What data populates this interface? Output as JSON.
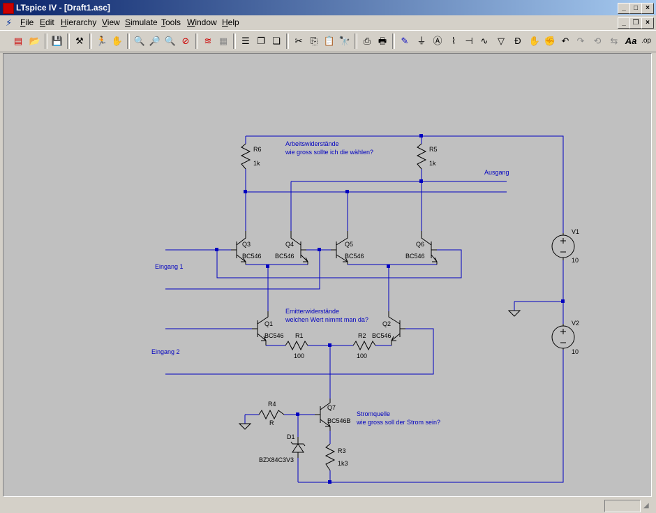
{
  "window": {
    "title": "LTspice IV - [Draft1.asc]"
  },
  "menu": [
    "File",
    "Edit",
    "Hierarchy",
    "View",
    "Simulate",
    "Tools",
    "Window",
    "Help"
  ],
  "toolbar_icons": [
    "new-schematic-icon",
    "open-icon",
    "save-icon",
    "control-panel-icon",
    "run-icon",
    "halt-icon",
    "zoom-in-icon",
    "pan-icon",
    "zoom-out-icon",
    "zoom-fit-icon",
    "autorange-icon",
    "grid-icon",
    "tile-horizontal-icon",
    "cascade-icon",
    "tile-vertical-icon",
    "cut-icon",
    "copy-icon",
    "paste-icon",
    "find-icon",
    "print-setup-icon",
    "print-icon",
    "draw-wire-icon",
    "ground-icon",
    "label-net-icon",
    "resistor-icon",
    "capacitor-icon",
    "inductor-icon",
    "diode-icon",
    "component-icon",
    "move-icon",
    "drag-icon",
    "undo-icon",
    "redo-icon",
    "rotate-icon",
    "mirror-icon",
    "text-icon",
    "spice-directive-icon"
  ],
  "schematic": {
    "comments": {
      "arbeit_1": "Arbeitswiderstände",
      "arbeit_2": "wie gross sollte ich die wählen?",
      "emitter_1": "Emitterwiderstände",
      "emitter_2": "welchen Wert nimmt man da?",
      "strom_1": "Stromquelle",
      "strom_2": "wie gross soll der Strom sein?"
    },
    "labels": {
      "ausgang": "Ausgang",
      "eingang1": "Eingang 1",
      "eingang2": "Eingang 2"
    },
    "components": {
      "R6": {
        "name": "R6",
        "value": "1k"
      },
      "R5": {
        "name": "R5",
        "value": "1k"
      },
      "R1": {
        "name": "R1",
        "value": "100"
      },
      "R2": {
        "name": "R2",
        "value": "100"
      },
      "R3": {
        "name": "R3",
        "value": "1k3"
      },
      "R4": {
        "name": "R4",
        "value": "R"
      },
      "Q1": {
        "name": "Q1",
        "value": "BC546"
      },
      "Q2": {
        "name": "Q2",
        "value": "BC546"
      },
      "Q3": {
        "name": "Q3",
        "value": "BC546"
      },
      "Q4": {
        "name": "Q4",
        "value": "BC546"
      },
      "Q5": {
        "name": "Q5",
        "value": "BC546"
      },
      "Q6": {
        "name": "Q6",
        "value": "BC546"
      },
      "Q7": {
        "name": "Q7",
        "value": "BC546B"
      },
      "D1": {
        "name": "D1",
        "value": "BZX84C3V3"
      },
      "V1": {
        "name": "V1",
        "value": "10"
      },
      "V2": {
        "name": "V2",
        "value": "10"
      }
    }
  },
  "colors": {
    "wire": "#0000c0",
    "component": "#000000",
    "canvas": "#c0c0c0",
    "label": "#0000c0"
  }
}
